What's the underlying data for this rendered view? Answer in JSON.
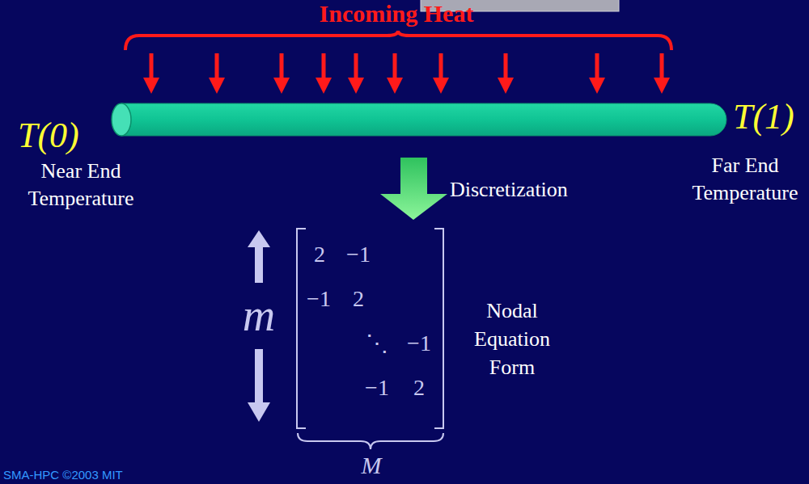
{
  "diagram": {
    "labels": [
      "Incoming Heat",
      "T(0)",
      "Near End Temperature",
      "T(1)",
      "Far End Temperature",
      "Discretization",
      "2",
      "−1",
      "−1",
      "2",
      "⋱",
      "−1",
      "−1",
      "2",
      "m",
      "M",
      "Nodal Equation Form",
      "SMA-HPC ©2003 MIT"
    ]
  }
}
